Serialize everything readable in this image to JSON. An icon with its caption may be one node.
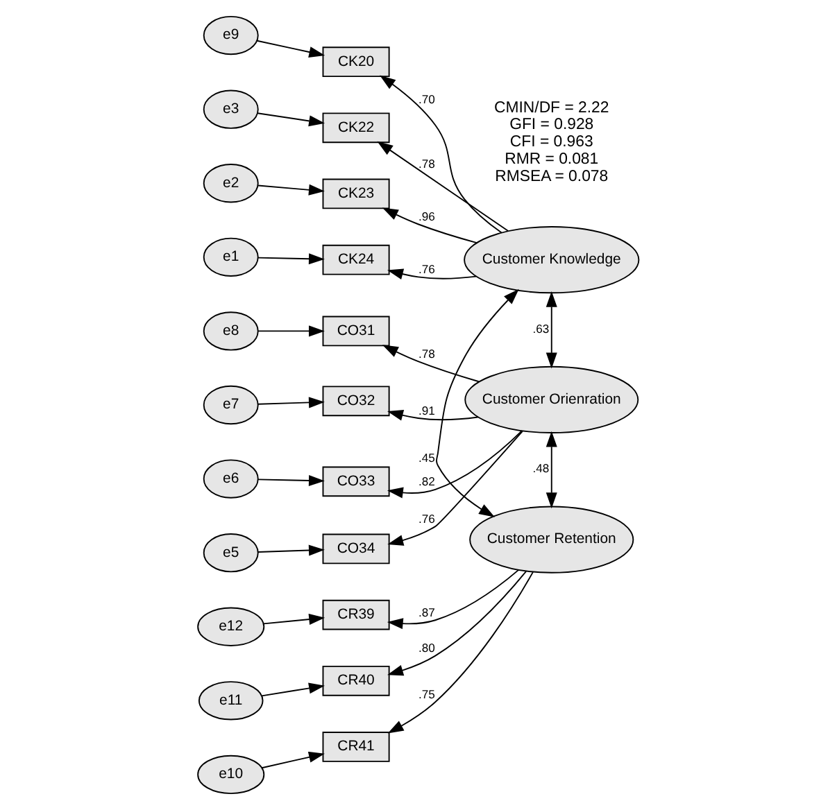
{
  "diagram": {
    "nodes": [
      {
        "text": [
          "e9"
        ]
      },
      {
        "text": [
          "CK20"
        ]
      },
      {
        "text": [
          "e3"
        ]
      },
      {
        "text": [
          "CK22"
        ]
      },
      {
        "text": [
          "e2"
        ]
      },
      {
        "text": [
          "CK23"
        ]
      },
      {
        "text": [
          "e1"
        ]
      },
      {
        "text": [
          "CK24"
        ]
      },
      {
        "text": [
          "e8"
        ]
      },
      {
        "text": [
          "CO31"
        ]
      },
      {
        "text": [
          "e7"
        ]
      },
      {
        "text": [
          "CO32"
        ]
      },
      {
        "text": [
          "e6"
        ]
      },
      {
        "text": [
          "CO33"
        ]
      },
      {
        "text": [
          "e5"
        ]
      },
      {
        "text": [
          "CO34"
        ]
      },
      {
        "text": [
          "e12"
        ]
      },
      {
        "text": [
          "CR39"
        ]
      },
      {
        "text": [
          "e11"
        ]
      },
      {
        "text": [
          "CR40"
        ]
      },
      {
        "text": [
          "e10"
        ]
      },
      {
        "text": [
          "CR41"
        ]
      },
      {
        "text": [
          "Customer Knowledge"
        ]
      },
      {
        "text": [
          "Customer Orienration"
        ]
      },
      {
        "text": [
          "Customer Retention"
        ]
      }
    ],
    "edges": [
      {
        "from": 0,
        "to": 1,
        "arrow": "to"
      },
      {
        "from": 2,
        "to": 3,
        "arrow": "to"
      },
      {
        "from": 4,
        "to": 5,
        "arrow": "to"
      },
      {
        "from": 6,
        "to": 7,
        "arrow": "to"
      },
      {
        "from": 8,
        "to": 9,
        "arrow": "to"
      },
      {
        "from": 10,
        "to": 11,
        "arrow": "to"
      },
      {
        "from": 12,
        "to": 13,
        "arrow": "to"
      },
      {
        "from": 14,
        "to": 15,
        "arrow": "to"
      },
      {
        "from": 16,
        "to": 17,
        "arrow": "to"
      },
      {
        "from": 18,
        "to": 19,
        "arrow": "to"
      },
      {
        "from": 20,
        "to": 21,
        "arrow": "to"
      },
      {
        "from": 22,
        "to": 1,
        "arrow": "to",
        "label": ".70"
      },
      {
        "from": 22,
        "to": 3,
        "arrow": "to",
        "label": ".78"
      },
      {
        "from": 22,
        "to": 5,
        "arrow": "to",
        "label": ".96"
      },
      {
        "from": 22,
        "to": 7,
        "arrow": "to",
        "label": ".76"
      },
      {
        "from": 23,
        "to": 9,
        "arrow": "to",
        "label": ".78"
      },
      {
        "from": 23,
        "to": 11,
        "arrow": "to",
        "label": ".91"
      },
      {
        "from": 23,
        "to": 13,
        "arrow": "to",
        "label": ".82"
      },
      {
        "from": 23,
        "to": 15,
        "arrow": "to",
        "label": ".76"
      },
      {
        "from": 24,
        "to": 17,
        "arrow": "to",
        "label": ".87"
      },
      {
        "from": 24,
        "to": 19,
        "arrow": "to",
        "label": ".80"
      },
      {
        "from": 24,
        "to": 21,
        "arrow": "to",
        "label": ".75"
      },
      {
        "from": 22,
        "to": 23,
        "arrow": "both",
        "label": ".63"
      },
      {
        "from": 22,
        "to": 24,
        "arrow": "both",
        "label": ".45"
      },
      {
        "from": 23,
        "to": 24,
        "arrow": "both",
        "label": ".48"
      }
    ],
    "labels": [
      "CMIN/DF = 2.22",
      "GFI = 0.928",
      "CFI = 0.963",
      "RMR = 0.081",
      "RMSEA = 0.078"
    ]
  }
}
